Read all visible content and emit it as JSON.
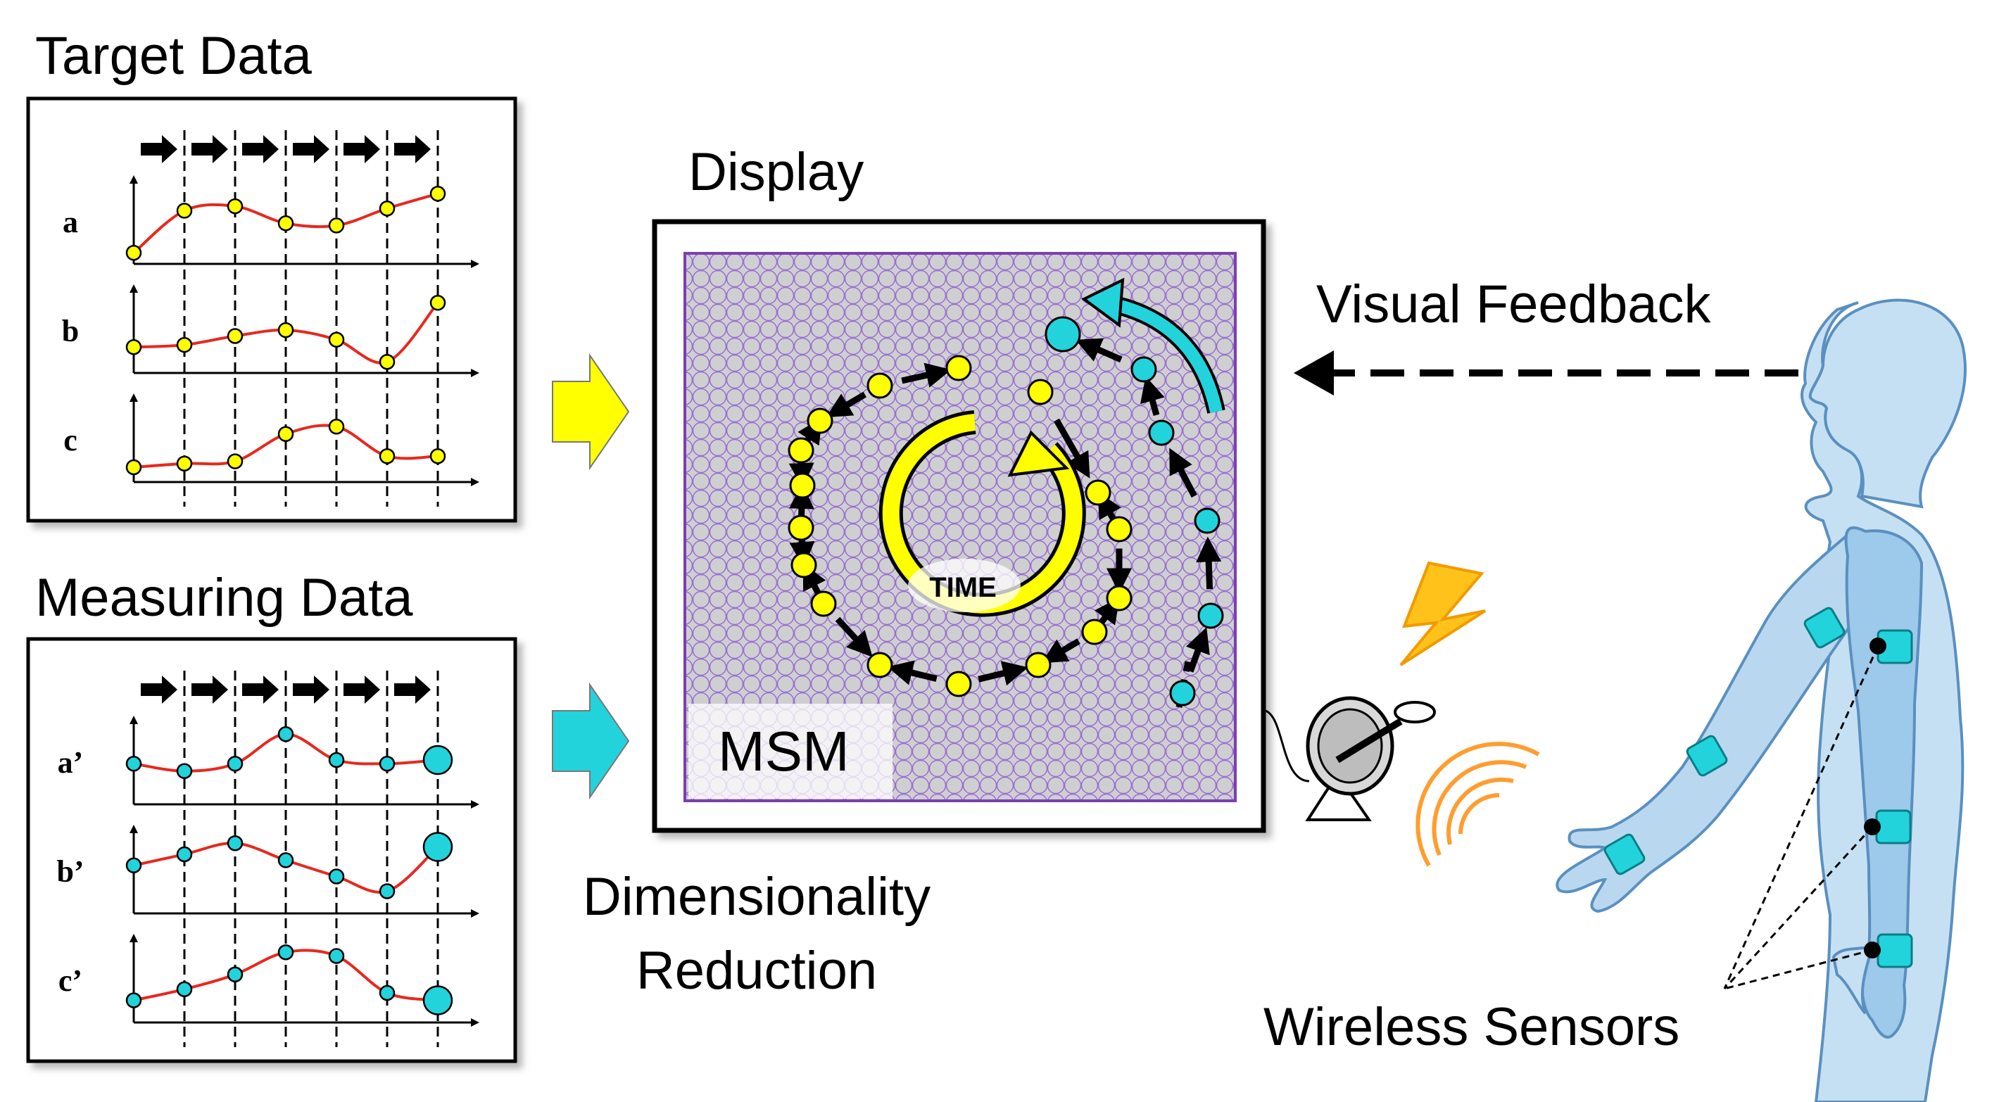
{
  "titles": {
    "target": "Target Data",
    "measuring": "Measuring Data",
    "display": "Display",
    "visual_feedback": "Visual Feedback",
    "dimensionality": "Dimensionality",
    "reduction": "Reduction",
    "wireless_sensors": "Wireless Sensors",
    "msm": "MSM",
    "time": "TIME"
  },
  "target_rows": [
    {
      "label": "a",
      "values": [
        0.15,
        0.72,
        0.78,
        0.55,
        0.52,
        0.75,
        0.95
      ]
    },
    {
      "label": "b",
      "values": [
        0.35,
        0.38,
        0.5,
        0.58,
        0.45,
        0.15,
        0.95
      ]
    },
    {
      "label": "c",
      "values": [
        0.2,
        0.25,
        0.28,
        0.65,
        0.75,
        0.35,
        0.35
      ]
    }
  ],
  "measuring_rows": [
    {
      "label": "a’",
      "values": [
        0.55,
        0.45,
        0.55,
        0.95,
        0.6,
        0.55,
        0.6
      ]
    },
    {
      "label": "b’",
      "values": [
        0.65,
        0.8,
        0.95,
        0.72,
        0.5,
        0.3,
        0.9
      ]
    },
    {
      "label": "c’",
      "values": [
        0.3,
        0.45,
        0.65,
        0.95,
        0.9,
        0.4,
        0.3
      ]
    }
  ],
  "colors": {
    "target_point": "#ffff00",
    "measure_point": "#22d3dc",
    "curve": "#e8281e",
    "grid_purple": "#9a6ed0",
    "grid_fill": "#d2d2d2",
    "body_blue": "#c6e0f3",
    "arm_blue": "#9dc9ea",
    "orange": "#ffb347"
  }
}
